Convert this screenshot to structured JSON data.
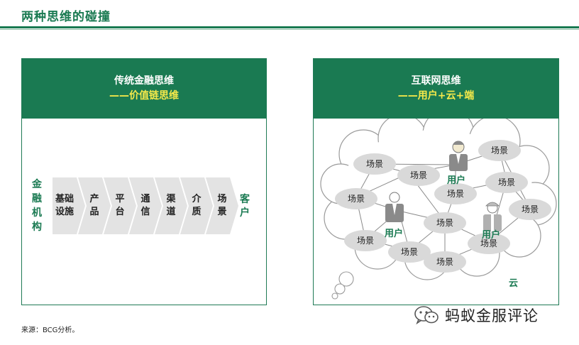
{
  "page_title": "两种思维的碰撞",
  "left_panel": {
    "title": "传统金融思维",
    "subtitle": "——价值链思维",
    "vertical_label": [
      "金",
      "融",
      "机",
      "构"
    ],
    "chain": [
      {
        "line1": "基础",
        "line2": "设施"
      },
      {
        "line1": "产",
        "line2": "品"
      },
      {
        "line1": "平",
        "line2": "台"
      },
      {
        "line1": "通",
        "line2": "信"
      },
      {
        "line1": "渠",
        "line2": "道"
      },
      {
        "line1": "介",
        "line2": "质"
      },
      {
        "line1": "场",
        "line2": "景"
      }
    ],
    "customer": [
      "客",
      "户"
    ]
  },
  "right_panel": {
    "title": "互联网思维",
    "subtitle": "——用户+云+端",
    "scene_label": "场景",
    "user_label": "用户",
    "cloud_label": "云"
  },
  "source": "来源：BCG分析。",
  "brand": "蚂蚁金服评论",
  "colors": {
    "brand_green": "#1a7a52",
    "highlight_yellow": "#f5e94a",
    "chevron_gray": "#e3e3e3",
    "node_gray": "#d9d9d9"
  }
}
